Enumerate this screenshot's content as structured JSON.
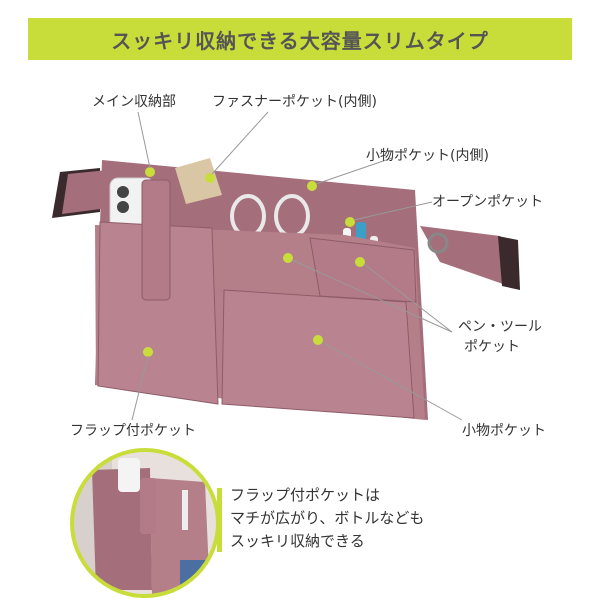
{
  "banner": {
    "title": "スッキリ収納できる大容量スリムタイプ"
  },
  "labels": {
    "main_storage": "メイン収納部",
    "fastener_pocket": "ファスナーポケット(内側)",
    "small_pocket_inner": "小物ポケット(内側)",
    "open_pocket": "オープンポケット",
    "pen_tool_pocket_line1": "ペン・ツール",
    "pen_tool_pocket_line2": "ポケット",
    "flap_pocket": "フラップ付ポケット",
    "small_pocket": "小物ポケット"
  },
  "inset": {
    "line1": "フラップ付ポケットは",
    "line2": "マチが広がり、ボトルなども",
    "line3": "スッキリ収納できる"
  },
  "colors": {
    "accent": "#c9dd3a",
    "bag": "#b57f8a",
    "bag_dark": "#9a6571",
    "strap": "#3a2a2e"
  }
}
